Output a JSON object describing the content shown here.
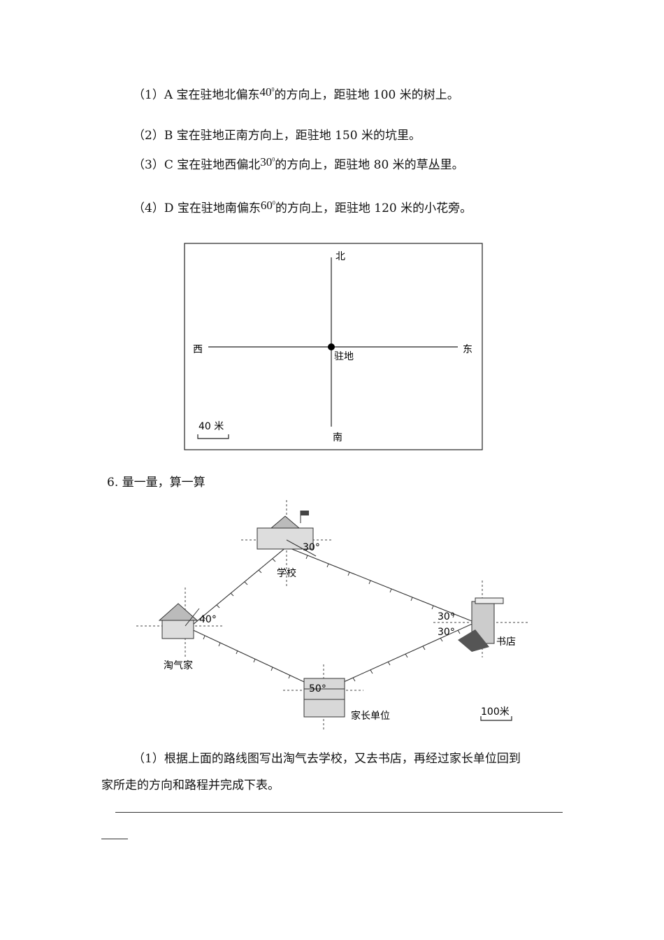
{
  "problem5": {
    "items": [
      {
        "pre": "（1）A 宝在驻地北偏东",
        "deg": "40",
        "post": "的方向上，距驻地 100 米的树上。"
      },
      {
        "pre": "（2）B 宝在驻地正南方向上，距驻地 150 米的坑里。",
        "deg": "",
        "post": ""
      },
      {
        "pre": "（3）C 宝在驻地西偏北",
        "deg": "30",
        "post": "的方向上，距驻地 80 米的草丛里。"
      },
      {
        "pre": "（4）D 宝在驻地南偏东",
        "deg": "60",
        "post": "的方向上，距驻地 120 米的小花旁。"
      }
    ],
    "map": {
      "north": "北",
      "south": "南",
      "west": "西",
      "east": "东",
      "center": "驻地",
      "scale": "40 米"
    }
  },
  "problem6": {
    "heading": "6. 量一量，算一算",
    "diagram": {
      "school": "学校",
      "bookstore": "书店",
      "home": "淘气家",
      "work": "家长单位",
      "angle_school": "30°",
      "angle_book_top": "30°",
      "angle_book_bottom": "30°",
      "angle_home": "40°",
      "angle_work": "50°",
      "scale": "100米"
    },
    "question_line1": "（1）根据上面的路线图写出淘气去学校，又去书店，再经过家长单位回到",
    "question_line2": "家所走的方向和路程并完成下表。"
  }
}
